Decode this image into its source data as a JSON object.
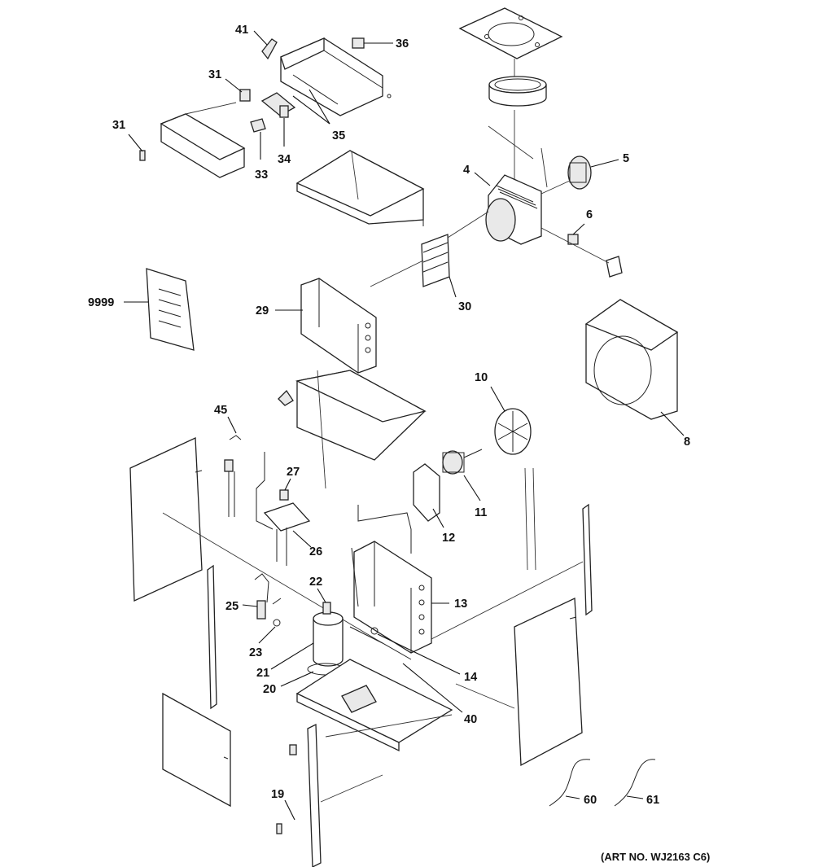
{
  "diagram": {
    "art_number": "(ART NO. WJ2163 C6)",
    "labels": {
      "p41": "41",
      "p36": "36",
      "p31a": "31",
      "p31b": "31",
      "p35": "35",
      "p33": "33",
      "p34": "34",
      "p4": "4",
      "p5": "5",
      "p6": "6",
      "p9999": "9999",
      "p29": "29",
      "p30": "30",
      "p8": "8",
      "p10": "10",
      "p45": "45",
      "p27": "27",
      "p11": "11",
      "p12": "12",
      "p26": "26",
      "p22": "22",
      "p13": "13",
      "p25": "25",
      "p23": "23",
      "p21": "21",
      "p14": "14",
      "p20": "20",
      "p40": "40",
      "p19": "19",
      "p60": "60",
      "p61": "61"
    }
  }
}
